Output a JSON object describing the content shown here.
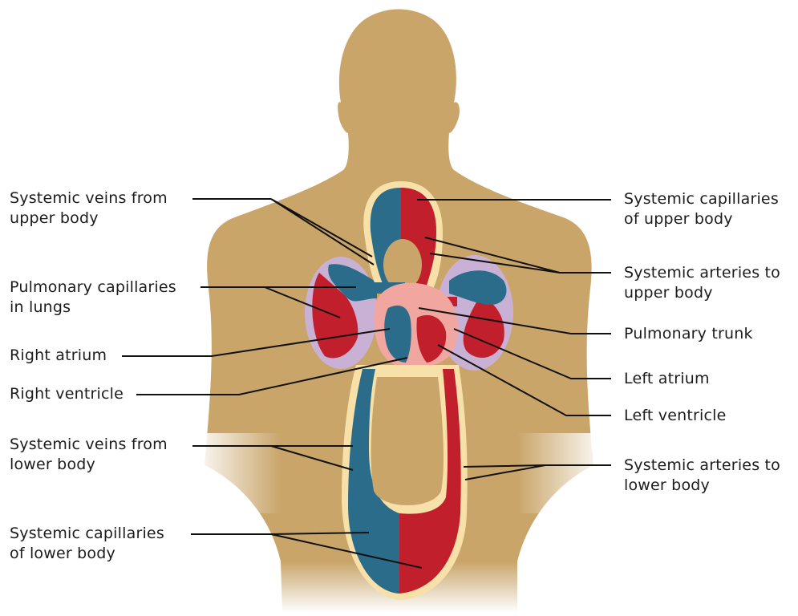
{
  "labels_left": [
    "Systemic veins from\nupper body",
    "Pulmonary capillaries\nin lungs",
    "Right atrium",
    "Right ventricle",
    "Systemic veins from\nlower body",
    "Systemic capillaries\nof lower body"
  ],
  "labels_right": [
    "Systemic capillaries\nof upper body",
    "Systemic arteries to\nupper body",
    "Pulmonary trunk",
    "Left atrium",
    "Left ventricle",
    "Systemic arteries to\nlower body"
  ],
  "colors": {
    "body": "#c9a56a",
    "oxygenated_blood": "#c01f2b",
    "deoxygenated_blood": "#2a6c8a",
    "vessel_outline": "#f7e1a9",
    "lung_outline": "#c9b1d6",
    "heart": "#f1a6a0",
    "leader_line": "#111111"
  }
}
